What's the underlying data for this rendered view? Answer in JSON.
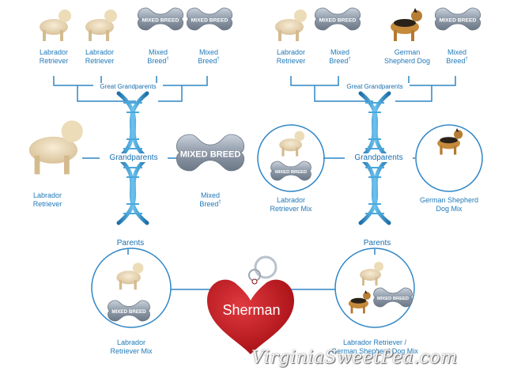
{
  "lineage": {
    "left": {
      "great_grandparents": [
        {
          "line1": "Labrador",
          "line2": "Retriever",
          "dagger": ""
        },
        {
          "line1": "Labrador",
          "line2": "Retriever",
          "dagger": ""
        },
        {
          "line1": "Mixed",
          "line2": "Breed",
          "dagger": "†"
        },
        {
          "line1": "Mixed",
          "line2": "Breed",
          "dagger": "†"
        }
      ],
      "great_grandparents_heading": "Great Grandparents",
      "grandparents_heading": "Grandparents",
      "grandparents": [
        {
          "line1": "Labrador",
          "line2": "Retriever",
          "dagger": ""
        },
        {
          "line1": "Mixed",
          "line2": "Breed",
          "dagger": "†"
        }
      ],
      "parents_heading": "Parents",
      "parent": {
        "line1": "Labrador",
        "line2": "Retriever Mix"
      }
    },
    "right": {
      "great_grandparents": [
        {
          "line1": "Labrador",
          "line2": "Retriever",
          "dagger": ""
        },
        {
          "line1": "Mixed",
          "line2": "Breed",
          "dagger": "†"
        },
        {
          "line1": "German",
          "line2": "Shepherd Dog",
          "dagger": ""
        },
        {
          "line1": "Mixed",
          "line2": "Breed",
          "dagger": "†"
        }
      ],
      "great_grandparents_heading": "Great Grandparents",
      "grandparents_heading": "Grandparents",
      "grandparents": [
        {
          "line1": "Labrador",
          "line2": "Retriever Mix",
          "dagger": ""
        },
        {
          "line1": "German Shepherd",
          "line2": "Dog Mix",
          "dagger": ""
        }
      ],
      "parents_heading": "Parents",
      "parent": {
        "line1": "Labrador Retriever /",
        "line2": "German Shepherd Dog Mix"
      }
    },
    "tag_text": "MIXED BREED",
    "dog_name": "Sherman"
  },
  "watermark": "VirginiaSweetPea.com",
  "colors": {
    "label_blue": "#1f79b9",
    "line_blue": "#2f86c6",
    "dna_blue": "#3b9fd8",
    "heart_red": "#c4161c",
    "tag_grey": "#8b97a6"
  }
}
